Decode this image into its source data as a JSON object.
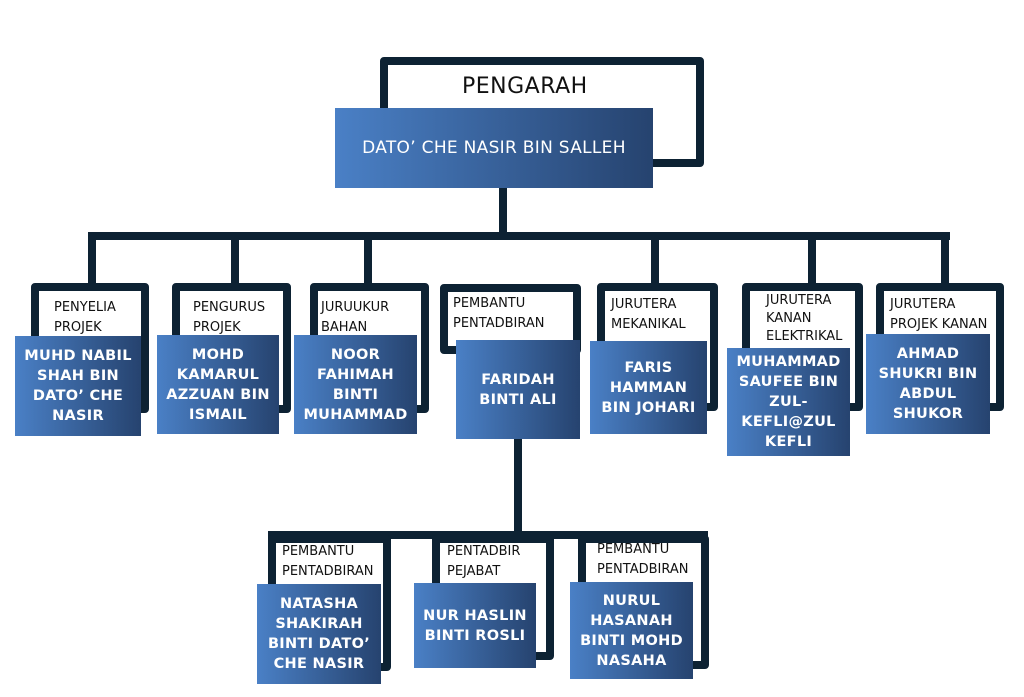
{
  "head": {
    "role": "PENGARAH",
    "name": "DATO’ CHE NASIR BIN SALLEH"
  },
  "level2": [
    {
      "role": "PENYELIA PROJEK",
      "name": "MUHD NABIL SHAH BIN DATO’ CHE NASIR"
    },
    {
      "role": "PENGURUS PROJEK",
      "name": "MOHD KAMARUL AZZUAN BIN ISMAIL"
    },
    {
      "role": "JURUUKUR BAHAN",
      "name": "NOOR FAHIMAH BINTI MUHAMMAD"
    },
    {
      "role": "PEMBANTU PENTADBIRAN",
      "name": "FARIDAH BINTI ALI"
    },
    {
      "role": "JURUTERA MEKANIKAL",
      "name": "FARIS HAMMAN BIN JOHARI"
    },
    {
      "role": "JURUTERA KANAN ELEKTRIKAL",
      "name": "MUHAMMAD SAUFEE BIN ZUL-KEFLI@ZUL KEFLI"
    },
    {
      "role": "JURUTERA PROJEK KANAN",
      "name": "AHMAD SHUKRI BIN ABDUL SHUKOR"
    }
  ],
  "level3": [
    {
      "role": "PEMBANTU PENTADBIRAN",
      "name": "NATASHA SHAKIRAH BINTI DATO’ CHE NASIR"
    },
    {
      "role": "PENTADBIR PEJABAT",
      "name": "NUR HASLIN BINTI ROSLI"
    },
    {
      "role": "PEMBANTU PENTADBIRAN",
      "name": "NURUL HASANAH BINTI MOHD NASAHA"
    }
  ]
}
